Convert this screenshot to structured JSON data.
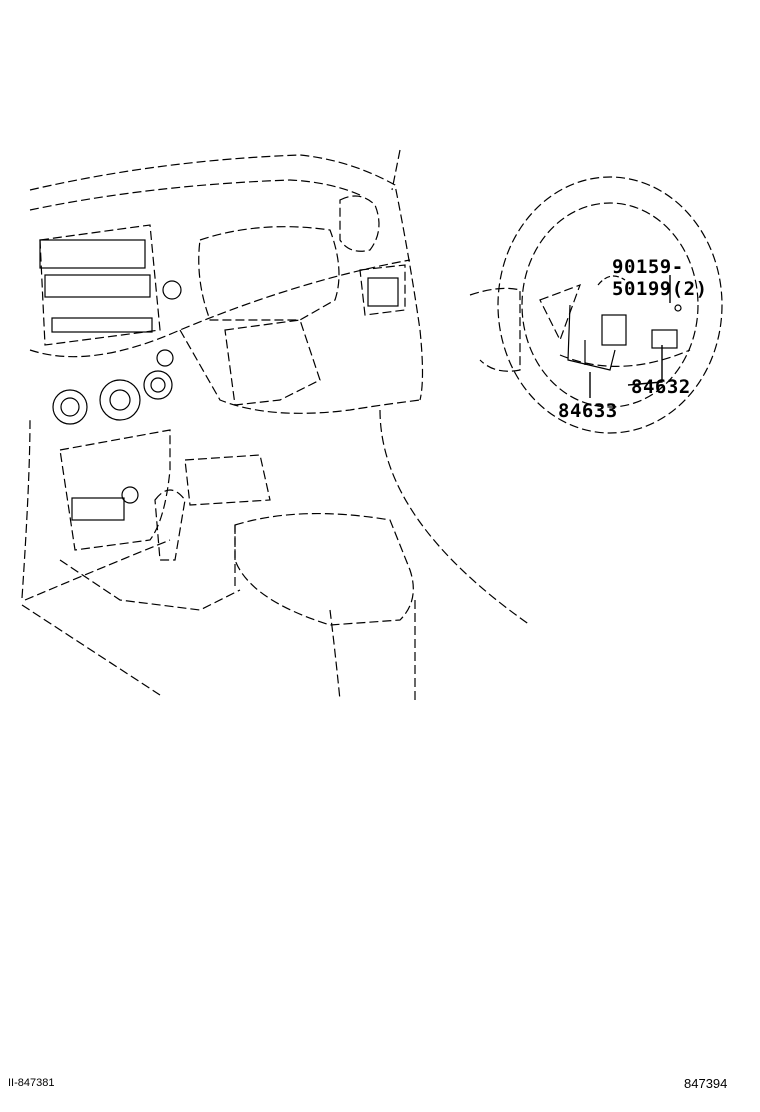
{
  "callouts": [
    {
      "part_number": "90159-50199(2)"
    },
    {
      "part_number": "84632"
    },
    {
      "part_number": "84633"
    }
  ],
  "footer": {
    "illustration_ref": "II-847381",
    "figure_number": "847394"
  }
}
